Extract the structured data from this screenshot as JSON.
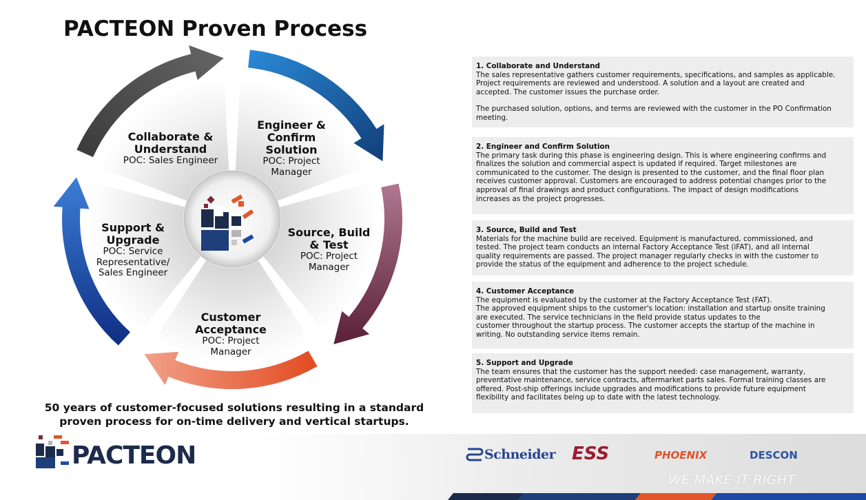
{
  "title": "PACTEON Proven Process",
  "cycle": {
    "segments": [
      {
        "name_lines": [
          "Collaborate &",
          "Understand"
        ],
        "poc_lines": [
          "POC: Sales Engineer"
        ],
        "arrow_color": "#333333"
      },
      {
        "name_lines": [
          "Engineer &",
          "Confirm",
          "Solution"
        ],
        "poc_lines": [
          "POC: Project",
          "Manager"
        ],
        "arrow_color": "#1f5fa8"
      },
      {
        "name_lines": [
          "Source, Build",
          "& Test"
        ],
        "poc_lines": [
          "POC: Project",
          "Manager"
        ],
        "arrow_color": "#7a3048"
      },
      {
        "name_lines": [
          "Customer",
          "Acceptance"
        ],
        "poc_lines": [
          "POC: Project",
          "Manager"
        ],
        "arrow_color": "#e2572a"
      },
      {
        "name_lines": [
          "Support &",
          "Upgrade"
        ],
        "poc_lines": [
          "POC: Service",
          "Representative/",
          "Sales Engineer"
        ],
        "arrow_color": "#1e4aa3"
      }
    ]
  },
  "tagline_lines": [
    "50 years of customer-focused solutions resulting in a standard",
    "proven process for on-time delivery and vertical startups."
  ],
  "steps": [
    {
      "title": "1. Collaborate and Understand",
      "body_lines": [
        "The sales representative gathers customer requirements, specifications, and samples as applicable.",
        "Project requirements are reviewed and understood. A solution and a layout are created and",
        "accepted. The customer issues the purchase order."
      ],
      "body2_lines": [
        "The purchased solution, options, and terms are reviewed with the customer in the PO Confirmation",
        "meeting."
      ]
    },
    {
      "title": "2. Engineer and Confirm Solution",
      "body_lines": [
        "The primary task during this phase is engineering design. This is where engineering confirms and",
        "finalizes the solution and commercial aspect is updated if required. Target milestones are",
        "communicated to the customer. The design is presented to the customer, and the final floor plan",
        "receives customer approval. Customers are encouraged to address potential changes prior to the",
        "approval of final drawings and product configurations. The impact of design modifications",
        "increases as the project progresses."
      ],
      "body2_lines": []
    },
    {
      "title": "3. Source, Build and Test",
      "body_lines": [
        "Materials for the machine build are received.  Equipment is manufactured, commissioned, and",
        "tested. The project team conducts an internal Factory Acceptance Test (iFAT), and all internal",
        "quality requirements are passed. The project manager regularly checks in with the customer to",
        "provide the status of the equipment and adherence to the project schedule."
      ],
      "body2_lines": []
    },
    {
      "title": "4. Customer Acceptance",
      "body_lines": [
        "The equipment is evaluated by the customer at the Factory Acceptance Test (FAT).",
        "The approved equipment ships to the customer's location: installation and startup onsite training",
        "are executed. The service technicians in the field provide status updates to the",
        "customer throughout the startup process. The customer accepts the startup of the machine in",
        "writing. No outstanding service items remain."
      ],
      "body2_lines": []
    },
    {
      "title": "5. Support and Upgrade",
      "body_lines": [
        "The team ensures that the customer has the support needed: case management, warranty,",
        "preventative maintenance, service contracts, aftermarket parts sales. Formal training classes are",
        "offered. Post-ship offerings include upgrades and modifications to provide future equipment",
        "flexibility and facilitates being up to date with the latest technology."
      ],
      "body2_lines": []
    }
  ],
  "footer": {
    "logo_text": "PACTEON",
    "brands": [
      "Schneider",
      "ESS",
      "PHOENIX",
      "DESCON"
    ],
    "slogan": "WE MAKE IT RIGHT"
  },
  "colors": {
    "navy": "#1c2b4b",
    "orange": "#e2572a",
    "panel_bg": "#ededed"
  }
}
